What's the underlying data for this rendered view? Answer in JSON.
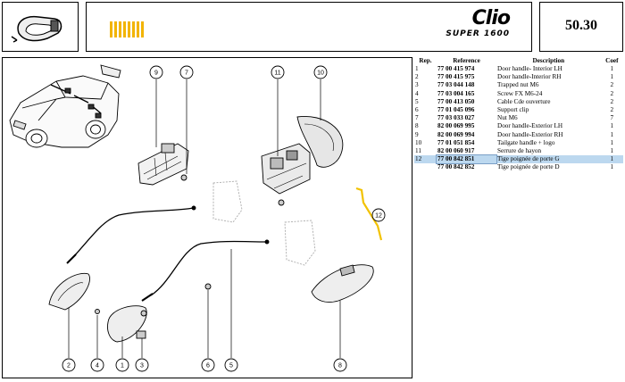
{
  "header": {
    "brand_name": "Clio",
    "brand_sub": "SUPER 1600",
    "page_number": "50.30",
    "icon": "door-handle-icon",
    "accent_color": "#f2b400"
  },
  "columns": {
    "rep": "Rep.",
    "reference": "Reference",
    "description": "Description",
    "coef": "Coef"
  },
  "parts": [
    {
      "rep": "1",
      "ref": "77 00 415 974",
      "desc": "Door handle- Interior LH",
      "coef": "1"
    },
    {
      "rep": "2",
      "ref": "77 00 415 975",
      "desc": "Door handle-Interior RH",
      "coef": "1"
    },
    {
      "rep": "3",
      "ref": "77 03 044 148",
      "desc": "Trapped nut M6",
      "coef": "2"
    },
    {
      "rep": "4",
      "ref": "77 03 004 165",
      "desc": "Screw FX M6-24",
      "coef": "2"
    },
    {
      "rep": "5",
      "ref": "77 00 413 050",
      "desc": "Cable Cde ouverture",
      "coef": "2"
    },
    {
      "rep": "6",
      "ref": "77 01 045 096",
      "desc": "Support clip",
      "coef": "2"
    },
    {
      "rep": "7",
      "ref": "77 03 033 027",
      "desc": "Nut M6",
      "coef": "7"
    },
    {
      "rep": "8",
      "ref": "82 00 069 995",
      "desc": "Door handle-Exterior LH",
      "coef": "1"
    },
    {
      "rep": "9",
      "ref": "82 00 069 994",
      "desc": "Door handle-Exterior RH",
      "coef": "1"
    },
    {
      "rep": "10",
      "ref": "77 01 051 854",
      "desc": "Tailgate handle + logo",
      "coef": "1"
    },
    {
      "rep": "11",
      "ref": "82 00 060 917",
      "desc": "Serrure de hayon",
      "coef": "1"
    },
    {
      "rep": "12",
      "ref": "77 00 842 851",
      "desc": "Tige poignée de porte G",
      "coef": "1",
      "selected": true
    },
    {
      "rep": "",
      "ref": "77 00 842 852",
      "desc": "Tige poignée de porte D",
      "coef": "1"
    }
  ],
  "diagram": {
    "callouts": [
      "9",
      "7",
      "11",
      "10",
      "12",
      "2",
      "4",
      "1",
      "3",
      "6",
      "5",
      "8"
    ],
    "highlight_color": "#f2c200"
  }
}
